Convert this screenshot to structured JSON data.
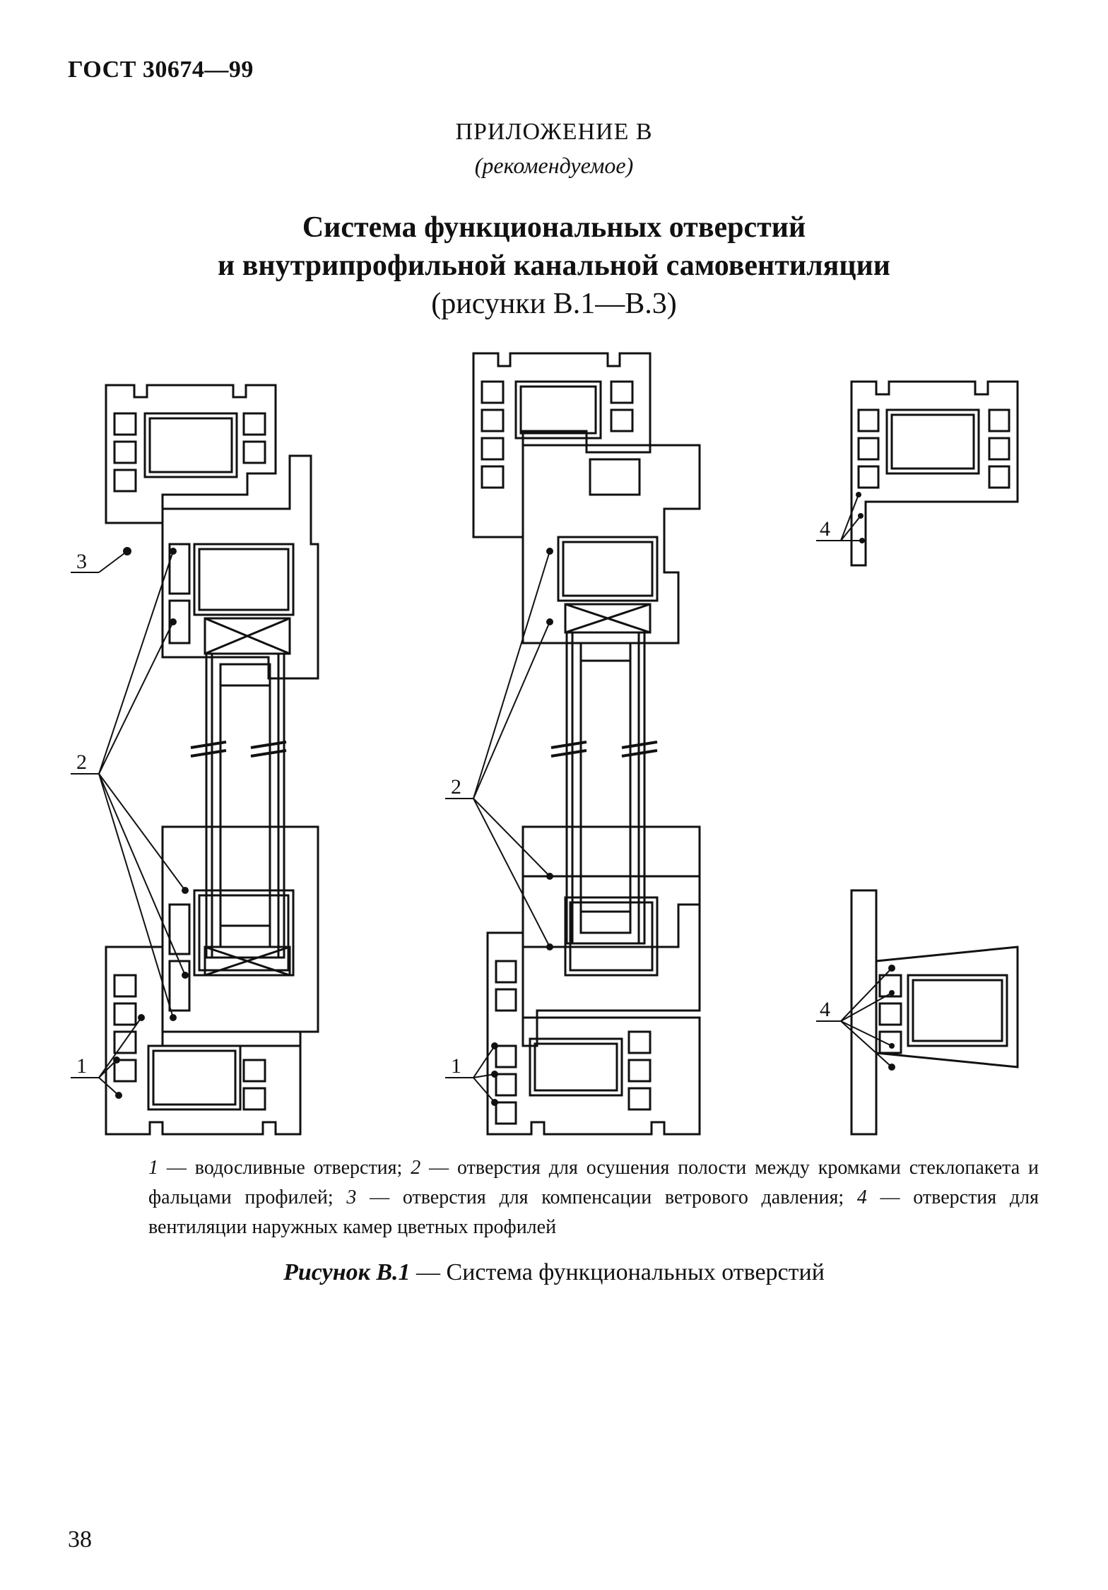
{
  "header": {
    "doc_code": "ГОСТ 30674—99"
  },
  "appendix": {
    "label": "ПРИЛОЖЕНИЕ В",
    "status": "(рекомендуемое)"
  },
  "title": {
    "line1": "Система функциональных отверстий",
    "line2": "и внутрипрофильной канальной самовентиляции",
    "subtitle": "(рисунки В.1—В.3)"
  },
  "figure": {
    "callouts": {
      "c1": "1",
      "c2": "2",
      "c3": "3",
      "c4": "4"
    },
    "legend": {
      "n1": "1",
      "t1": " — водосливные отверстия; ",
      "n2": "2",
      "t2": " — отверстия для осушения полости между кромками стеклопакета и фальцами профилей; ",
      "n3": "3",
      "t3": " — отверстия для компенсации ветрового давления; ",
      "n4": "4",
      "t4": " — отверстия для вентиляции наружных камер цветных профилей"
    },
    "caption_label": "Рисунок В.1",
    "caption_dash": " — ",
    "caption_text": "Система функциональных отверстий"
  },
  "page": {
    "number": "38"
  }
}
